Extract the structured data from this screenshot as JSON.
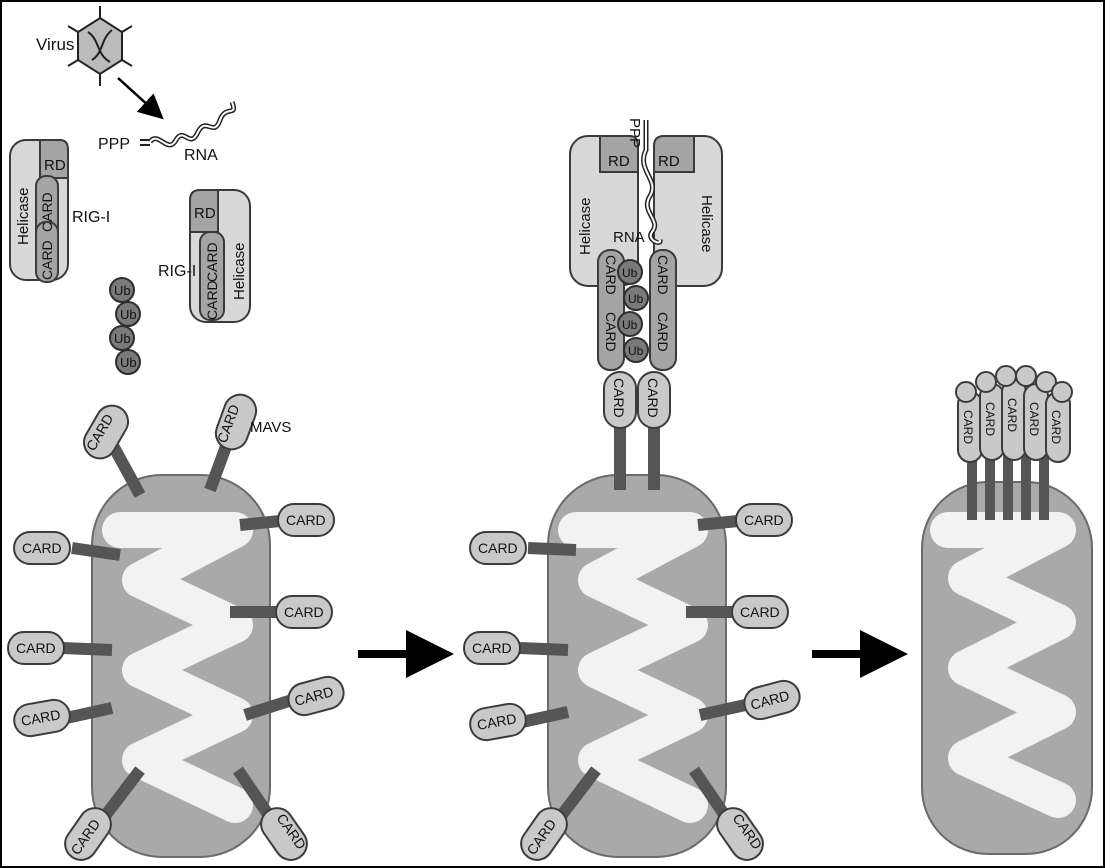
{
  "labels": {
    "virus": "Virus",
    "ppp": "PPP",
    "rna": "RNA",
    "rig_i": "RIG-I",
    "helicase": "Helicase",
    "rd": "RD",
    "card": "CARD",
    "ub": "Ub",
    "mavs": "MAVS"
  },
  "colors": {
    "membrane": "#a9a9a9",
    "cristae": "#f2f2f2",
    "card": "#c9c9c9",
    "ubiquitin": "#7a7a7a",
    "frame": "#000000"
  }
}
